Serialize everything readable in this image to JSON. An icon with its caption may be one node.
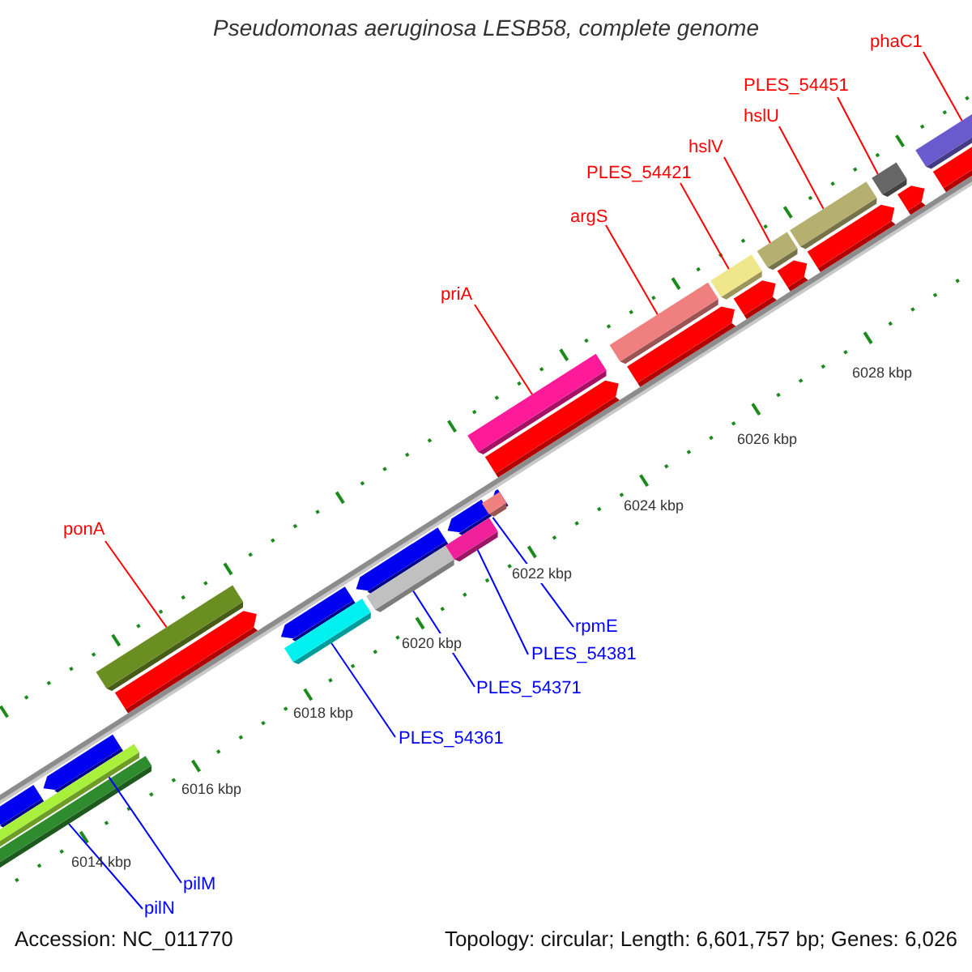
{
  "diagram": {
    "title": "Pseudomonas aeruginosa LESB58, complete genome",
    "nodes": [
      {
        "text": [
          "ponA"
        ]
      },
      {
        "text": [
          "priA"
        ]
      },
      {
        "text": [
          "argS"
        ]
      },
      {
        "text": [
          "PLES_54421"
        ]
      },
      {
        "text": [
          "hslV"
        ]
      },
      {
        "text": [
          "hslU"
        ]
      },
      {
        "text": [
          "PLES_54451"
        ]
      },
      {
        "text": [
          "phaC1"
        ]
      },
      {
        "text": [
          "rpmE"
        ]
      },
      {
        "text": [
          "PLES_54381"
        ]
      },
      {
        "text": [
          "PLES_54371"
        ]
      },
      {
        "text": [
          "PLES_54361"
        ]
      },
      {
        "text": [
          "pilM"
        ]
      },
      {
        "text": [
          "pilN"
        ]
      },
      {
        "text": [],
        "shape": "bar"
      },
      {
        "text": [],
        "shape": "bar"
      },
      {
        "text": [],
        "shape": "bar"
      },
      {
        "text": [],
        "shape": "bar"
      },
      {
        "text": [],
        "shape": "bar"
      },
      {
        "text": [],
        "shape": "bar"
      },
      {
        "text": [],
        "shape": "bar"
      },
      {
        "text": [],
        "shape": "bar"
      },
      {
        "text": [],
        "shape": "bar"
      },
      {
        "text": [],
        "shape": "bar"
      },
      {
        "text": [],
        "shape": "bar"
      },
      {
        "text": [],
        "shape": "bar"
      },
      {
        "text": [],
        "shape": "bar"
      },
      {
        "text": [],
        "shape": "bar"
      }
    ],
    "edges": [
      {
        "from": 0,
        "to": 16,
        "arrow": "none"
      },
      {
        "from": 1,
        "to": 21,
        "arrow": "none"
      },
      {
        "from": 2,
        "to": 22,
        "arrow": "none"
      },
      {
        "from": 3,
        "to": 23,
        "arrow": "none"
      },
      {
        "from": 4,
        "to": 24,
        "arrow": "none"
      },
      {
        "from": 5,
        "to": 25,
        "arrow": "none"
      },
      {
        "from": 6,
        "to": 26,
        "arrow": "none"
      },
      {
        "from": 7,
        "to": 27,
        "arrow": "none"
      },
      {
        "from": 8,
        "to": 20,
        "arrow": "none",
        "color": "#0000ff"
      },
      {
        "from": 9,
        "to": 19,
        "arrow": "none",
        "color": "#0000ff"
      },
      {
        "from": 10,
        "to": 18,
        "arrow": "none",
        "color": "#0000ff"
      },
      {
        "from": 11,
        "to": 17,
        "arrow": "none",
        "color": "#0000ff"
      },
      {
        "from": 12,
        "to": 14,
        "arrow": "none",
        "color": "#0000ff"
      },
      {
        "from": 13,
        "to": 15,
        "arrow": "none",
        "color": "#0000ff"
      }
    ],
    "labels": [
      "6014 kbp",
      "6016 kbp",
      "6018 kbp",
      "6020 kbp",
      "6022 kbp",
      "6024 kbp",
      "6026 kbp",
      "6028 kbp",
      "Accession: NC_011770",
      "Topology: circular; Length: 6,601,757 bp; Genes: 6,026"
    ]
  }
}
